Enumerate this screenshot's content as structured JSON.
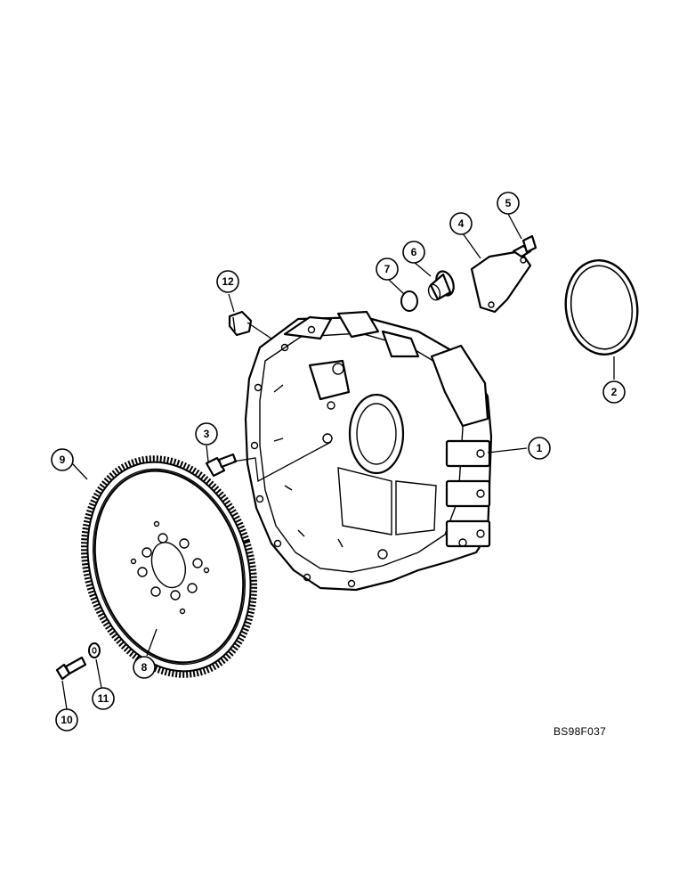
{
  "figure": {
    "reference_code": "BS98F037",
    "callouts": [
      {
        "id": "callout-1",
        "label": "1"
      },
      {
        "id": "callout-2",
        "label": "2"
      },
      {
        "id": "callout-3",
        "label": "3"
      },
      {
        "id": "callout-4",
        "label": "4"
      },
      {
        "id": "callout-5",
        "label": "5"
      },
      {
        "id": "callout-6",
        "label": "6"
      },
      {
        "id": "callout-7",
        "label": "7"
      },
      {
        "id": "callout-8",
        "label": "8"
      },
      {
        "id": "callout-9",
        "label": "9"
      },
      {
        "id": "callout-10",
        "label": "10"
      },
      {
        "id": "callout-11",
        "label": "11"
      },
      {
        "id": "callout-12",
        "label": "12"
      }
    ]
  }
}
